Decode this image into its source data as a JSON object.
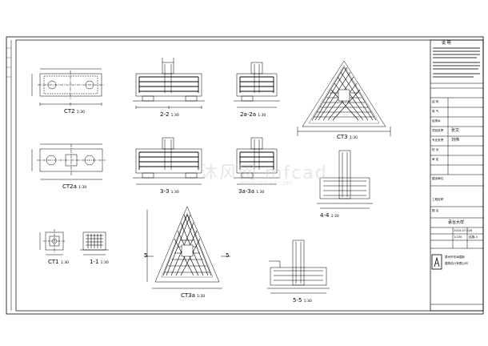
{
  "views": {
    "ct2": {
      "label": "CT2",
      "scale": "1:30"
    },
    "ct2a": {
      "label": "CT2a",
      "scale": "1:30"
    },
    "s22": {
      "label": "2-2",
      "scale": "1:30"
    },
    "s2a": {
      "label": "2a-2a",
      "scale": "1:30"
    },
    "ct3": {
      "label": "CT3",
      "scale": "1:30"
    },
    "s33": {
      "label": "3-3",
      "scale": "1:30"
    },
    "s3a": {
      "label": "3a-3a",
      "scale": "1:30"
    },
    "s44": {
      "label": "4-4",
      "scale": "1:30"
    },
    "ct1": {
      "label": "CT1",
      "scale": "1:30"
    },
    "s11": {
      "label": "1-1",
      "scale": "1:30"
    },
    "ct3a": {
      "label": "CT3a",
      "scale": "1:30"
    },
    "s55": {
      "label": "5-5",
      "scale": "1:30"
    },
    "mark5a": "5",
    "mark5b": "5"
  },
  "title_block": {
    "notes_heading": "说 明",
    "sign_rows": [
      {
        "label": "结 构",
        "name": ""
      },
      {
        "label": "电 气",
        "name": ""
      },
      {
        "label": "给排水",
        "name": ""
      },
      {
        "label": "项目负责",
        "name": "张文"
      },
      {
        "label": "专业负责",
        "name": "刘伟"
      },
      {
        "label": "校 对",
        "name": ""
      },
      {
        "label": "审 定",
        "name": ""
      }
    ],
    "client_label": "建设单位",
    "project_label": "工程名称",
    "drawing_label": "图 名",
    "drawing_name": "承台大样",
    "date": "2010-07-028",
    "scale_value": "1:100",
    "drawing_no": "结施-3",
    "company_cn_1": "泰州市东纵国际",
    "company_cn_2": "建筑设计有限公司"
  },
  "watermark": {
    "main": "沐风网 mfcad",
    "sub": "www.mfcad.com"
  }
}
